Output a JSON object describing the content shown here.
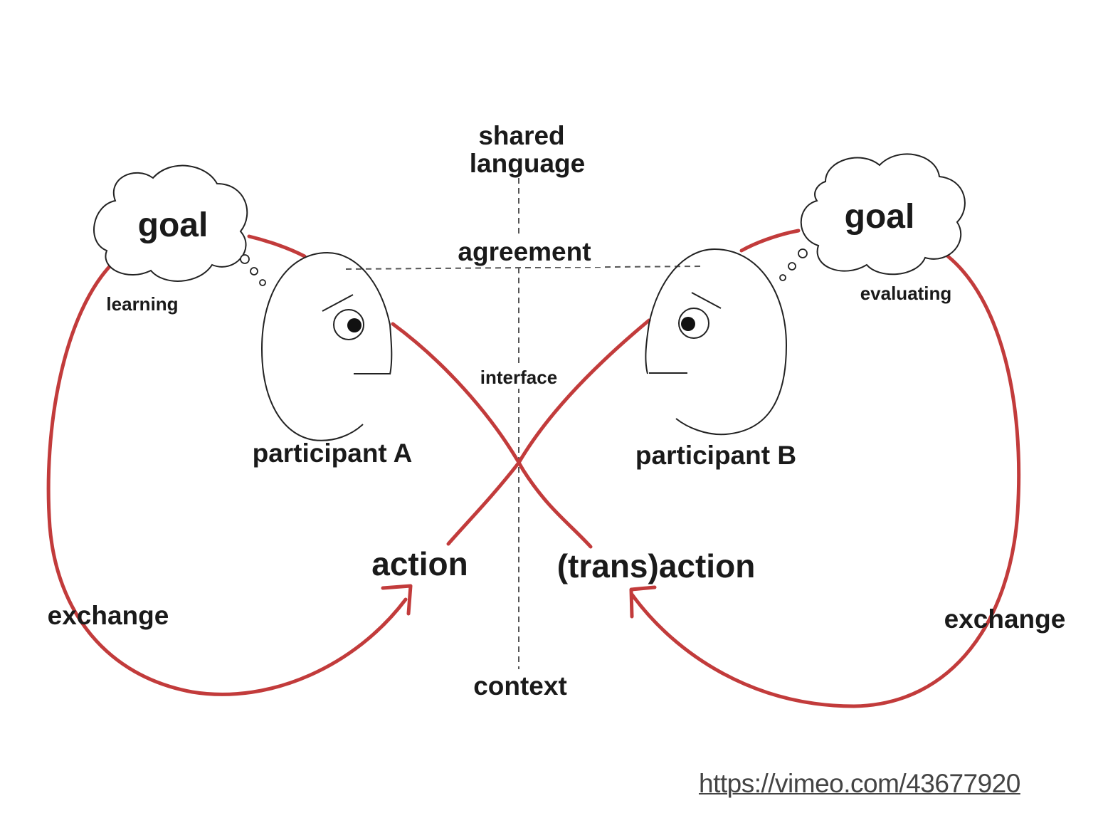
{
  "labels": {
    "shared": "shared",
    "language": "language",
    "agreement": "agreement",
    "interface": "interface",
    "context": "context",
    "goal_left": "goal",
    "goal_right": "goal",
    "learning": "learning",
    "evaluating": "evaluating",
    "participant_a": "participant A",
    "participant_b": "participant B",
    "action": "action",
    "transaction": "(trans)action",
    "exchange_left": "exchange",
    "exchange_right": "exchange"
  },
  "source_link": "https://vimeo.com/43677920",
  "colors": {
    "loop": "#c23b3b",
    "text": "#1a1a1a",
    "outline": "#222222",
    "guide": "#555555",
    "background": "#ffffff"
  }
}
